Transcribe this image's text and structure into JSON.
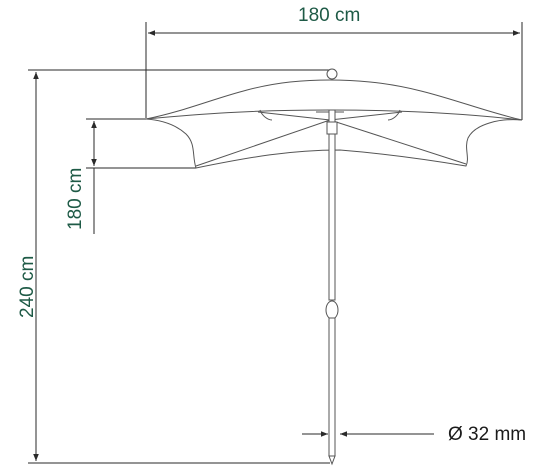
{
  "dimensions": {
    "canopy_width": "180 cm",
    "total_height": "240 cm",
    "canopy_height": "180 cm",
    "pole_diameter": "Ø 32 mm"
  },
  "colors": {
    "label_green": "#1e5a46",
    "label_dark": "#1a1a1a",
    "line": "#2a2a2a",
    "outline": "#555555"
  },
  "icons": {
    "umbrella": "parasol-outline"
  }
}
